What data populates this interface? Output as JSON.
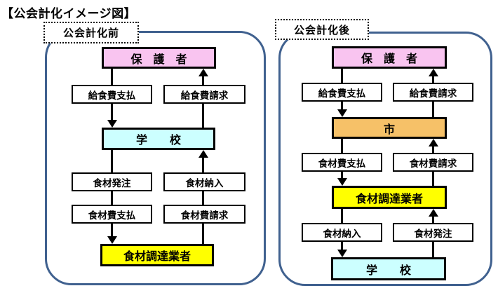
{
  "title": "【公会計化イメージ図】",
  "colors": {
    "guardian_pink": "#F9C4F0",
    "school_cyan": "#CCFFFF",
    "supplier_yellow": "#FFFF00",
    "city_orange": "#F6C168",
    "panel_border_blue": "#40618F",
    "box_border_black": "#000000"
  },
  "panels": [
    {
      "label": "公会計化前",
      "entities": [
        {
          "name": "guardian",
          "label": "保　護　者"
        },
        {
          "name": "school",
          "label": "学　　校"
        },
        {
          "name": "supplier",
          "label": "食材調達業者"
        }
      ],
      "flows": [
        {
          "name": "lunch-fee-payment",
          "label": "給食費支払"
        },
        {
          "name": "lunch-fee-billing",
          "label": "給食費請求"
        },
        {
          "name": "food-order",
          "label": "食材発注"
        },
        {
          "name": "food-delivery",
          "label": "食材納入"
        },
        {
          "name": "food-cost-payment",
          "label": "食材費支払"
        },
        {
          "name": "food-cost-billing",
          "label": "食材費請求"
        }
      ]
    },
    {
      "label": "公会計化後",
      "entities": [
        {
          "name": "guardian",
          "label": "保　護　者"
        },
        {
          "name": "city",
          "label": "市"
        },
        {
          "name": "supplier",
          "label": "食材調達業者"
        },
        {
          "name": "school",
          "label": "学　　校"
        }
      ],
      "flows": [
        {
          "name": "lunch-fee-payment",
          "label": "給食費支払"
        },
        {
          "name": "lunch-fee-billing",
          "label": "給食費請求"
        },
        {
          "name": "food-cost-payment",
          "label": "食材費支払"
        },
        {
          "name": "food-cost-billing",
          "label": "食材費請求"
        },
        {
          "name": "food-delivery",
          "label": "食材納入"
        },
        {
          "name": "food-order",
          "label": "食材発注"
        }
      ]
    }
  ]
}
